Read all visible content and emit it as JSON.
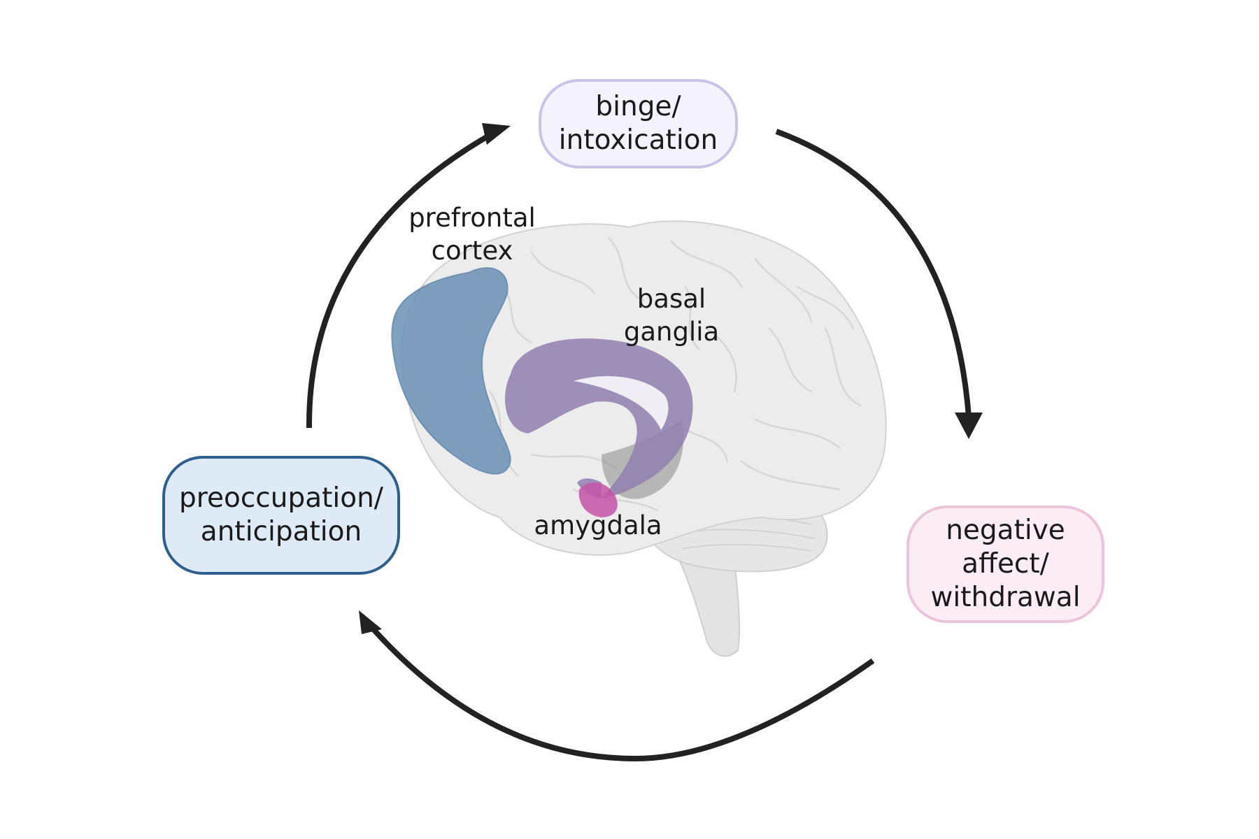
{
  "stages": [
    {
      "id": "binge",
      "label": "binge/\nintoxication"
    },
    {
      "id": "negative",
      "label": "negative\naffect/\nwithdrawal"
    },
    {
      "id": "preoccupation",
      "label": "preoccupation/\nanticipation"
    }
  ],
  "regions": [
    {
      "id": "pfc",
      "label": "prefrontal\ncortex",
      "color": "#6f93b7"
    },
    {
      "id": "bg",
      "label": "basal\nganglia",
      "color": "#8f7fae"
    },
    {
      "id": "amy",
      "label": "amygdala",
      "color": "#c455a8"
    }
  ],
  "colors": {
    "arrow": "#222222",
    "brain": "#e6e6e6",
    "brain_outline": "#cfcfcf"
  }
}
